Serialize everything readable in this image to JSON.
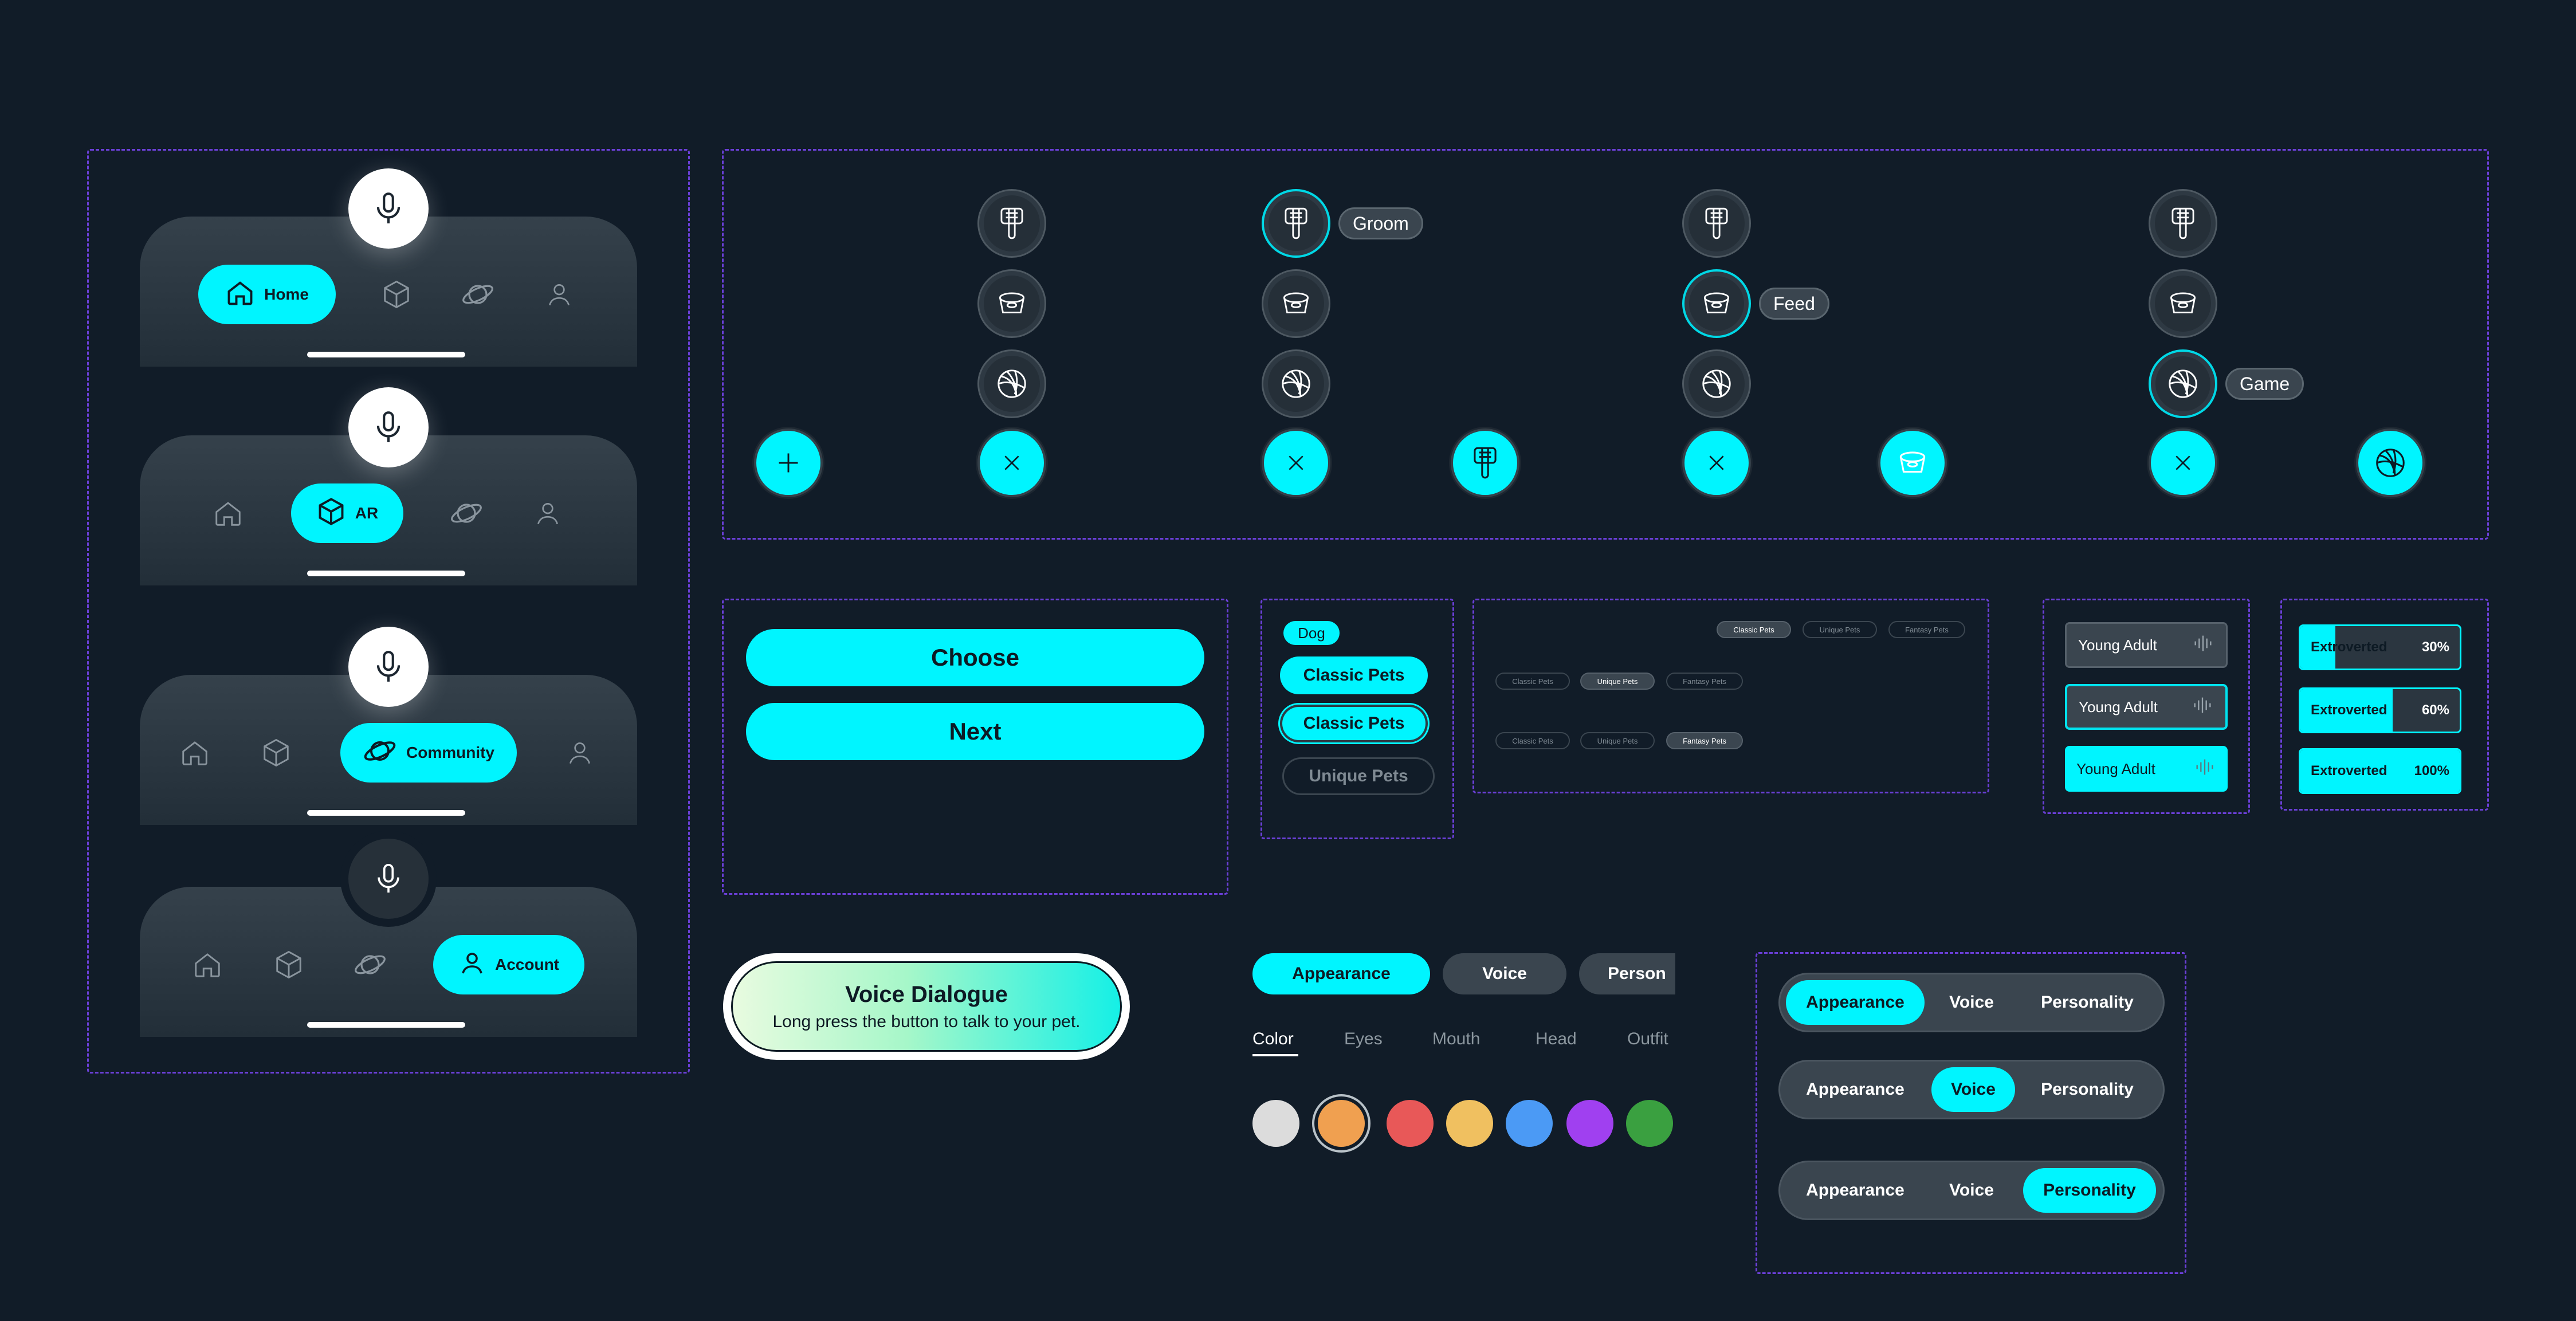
{
  "nav": {
    "bar1": {
      "active": "Home"
    },
    "bar2": {
      "active": "AR"
    },
    "bar3": {
      "active": "Community"
    },
    "bar4": {
      "active": "Account"
    },
    "icons": [
      "home-icon",
      "cube-icon",
      "planet-icon",
      "user-icon",
      "mic-icon"
    ]
  },
  "actions": {
    "groom": "Groom",
    "feed": "Feed",
    "game": "Game"
  },
  "buttons": {
    "choose": "Choose",
    "next": "Next"
  },
  "pet_chips": {
    "dog": "Dog",
    "classic1": "Classic Pets",
    "classic2": "Classic Pets",
    "unique": "Unique Pets"
  },
  "small_chips": {
    "classic": "Classic Pets",
    "unique": "Unique Pets",
    "fantasy": "Fantasy Pets"
  },
  "voice_rows": {
    "label": "Young Adult"
  },
  "personality_rows": [
    {
      "label": "Extroverted",
      "pct": "30%",
      "fill": 0.22
    },
    {
      "label": "Extroverted",
      "pct": "60%",
      "fill": 0.58
    },
    {
      "label": "Extroverted",
      "pct": "100%",
      "fill": 1.0
    }
  ],
  "voice_dialogue": {
    "title": "Voice Dialogue",
    "subtitle": "Long press the button to talk to your pet."
  },
  "tabs": {
    "appearance": "Appearance",
    "voice": "Voice",
    "personality": "Person"
  },
  "subtabs": [
    "Color",
    "Eyes",
    "Mouth",
    "Head",
    "Outfit"
  ],
  "swatches": [
    "#dcdcdc",
    "#f0a050",
    "#e85858",
    "#f0c060",
    "#4b9af5",
    "#a040f0",
    "#3aa040"
  ],
  "segmented": {
    "appearance": "Appearance",
    "voice": "Voice",
    "personality": "Personality"
  },
  "colors": {
    "accent": "#00f5ff",
    "bg": "#111c28",
    "frame": "#6a3fd6"
  }
}
